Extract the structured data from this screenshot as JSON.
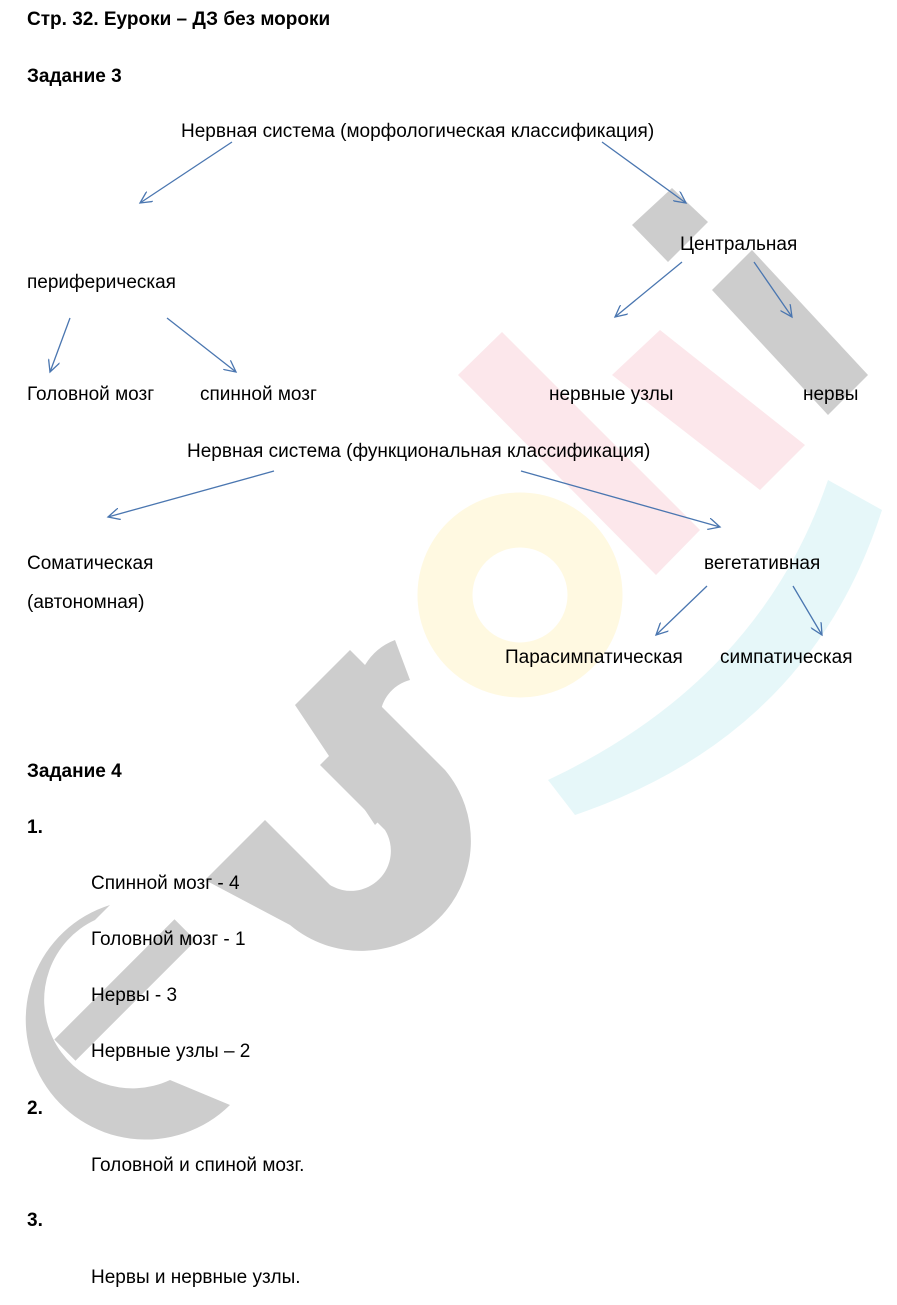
{
  "header": {
    "title": "Стр. 32. Еуроки – ДЗ без мороки"
  },
  "task3": {
    "heading": "Задание 3",
    "morph": {
      "root": "Нервная система (морфологическая классификация)",
      "peripheral": "периферическая",
      "central": "Центральная",
      "brain": "Головной мозг",
      "spinal": "спинной мозг",
      "ganglia": "нервные узлы",
      "nerves": "нервы"
    },
    "func": {
      "root": "Нервная система (функциональная классификация)",
      "somatic": "Соматическая",
      "somatic_note": "(автономная)",
      "vegetative": "вегетативная",
      "parasympathetic": "Парасимпатическая",
      "sympathetic": "симпатическая"
    }
  },
  "task4": {
    "heading": "Задание 4",
    "q1": {
      "number": "1.",
      "answers": [
        "Спинной мозг - 4",
        "Головной мозг - 1",
        "Нервы - 3",
        "Нервные узлы – 2"
      ]
    },
    "q2": {
      "number": "2.",
      "answer": "Головной и спиной мозг."
    },
    "q3": {
      "number": "3.",
      "answer": "Нервы и нервные узлы."
    }
  },
  "watermark": {
    "colors": {
      "gray": "#9a9a9a",
      "yellow": "#fff2c2",
      "red": "#f8cfd6",
      "cyan": "#cdeff2"
    }
  },
  "arrow_color": "#4a76b0"
}
